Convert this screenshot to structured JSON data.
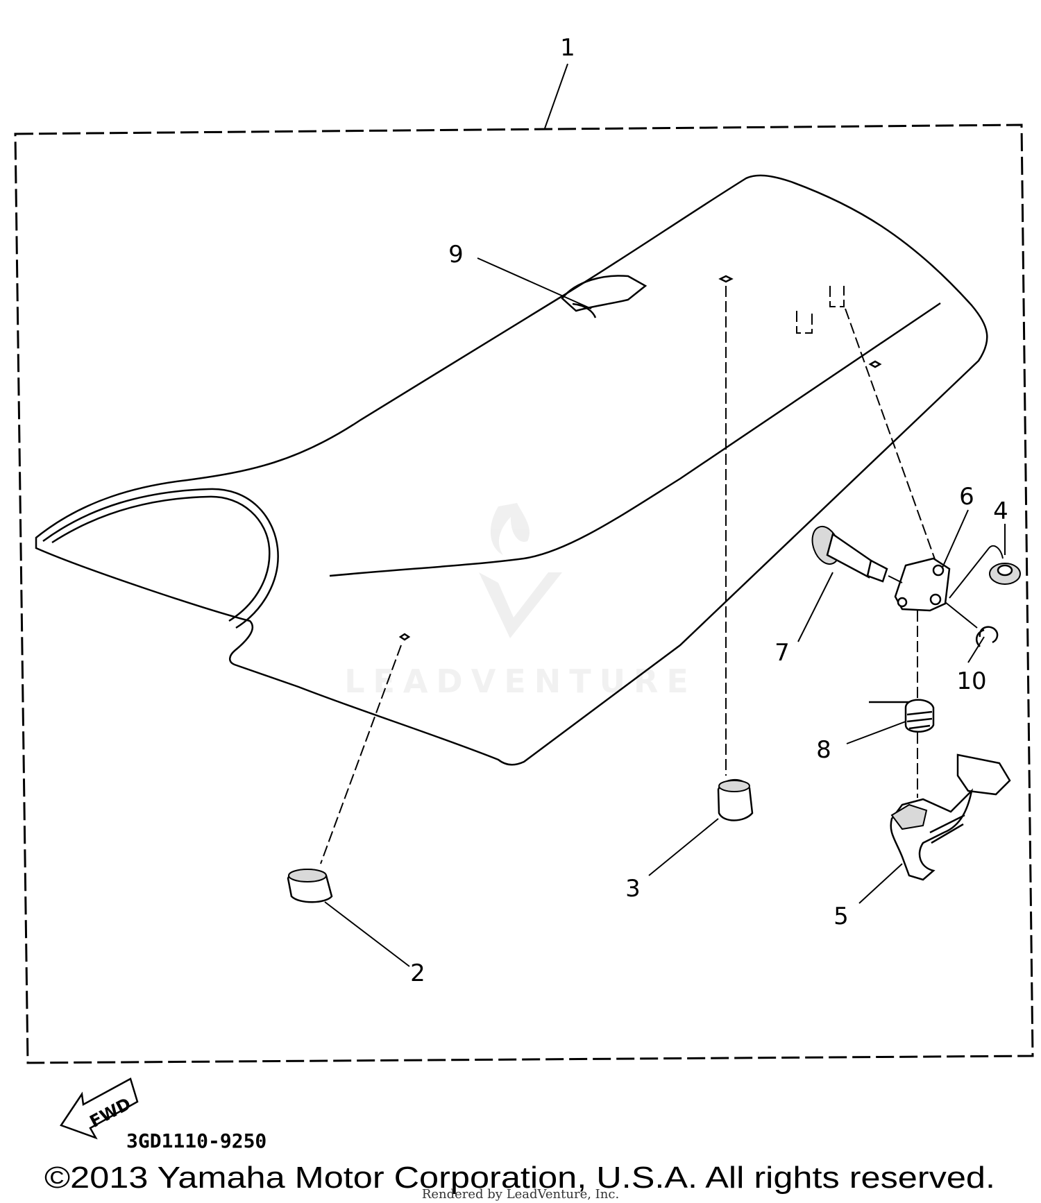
{
  "callouts": [
    "1",
    "2",
    "3",
    "4",
    "5",
    "6",
    "7",
    "8",
    "9",
    "10"
  ],
  "fwd_label": "FWD",
  "diagram_number": "3GD1110-9250",
  "copyright": "©2013 Yamaha Motor Corporation, U.S.A. All rights reserved.",
  "rendered_by": "Rendered by LeadVenture, Inc.",
  "watermark": "LEADVENTURE"
}
